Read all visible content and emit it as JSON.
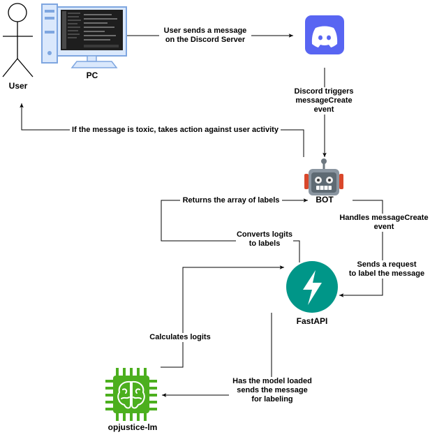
{
  "nodes": {
    "user": "User",
    "pc": "PC",
    "bot": "BOT",
    "fastapi": "FastAPI",
    "model": "opjustice-lm"
  },
  "icons": {
    "user": "stick-figure-icon",
    "pc": "desktop-computer-icon",
    "discord": "discord-logo-icon",
    "bot": "robot-icon",
    "fastapi": "fastapi-lightning-icon",
    "model": "brain-chip-icon"
  },
  "edges": {
    "pc_to_discord": [
      "User sends a message",
      "on the Discord Server"
    ],
    "discord_to_bot": [
      "Discord triggers",
      "messageCreate",
      "event"
    ],
    "bot_to_user": [
      "If the message is toxic, takes action against user activity"
    ],
    "bot_to_fastapi": [
      "Handles messageCreate",
      "event"
    ],
    "send_request": [
      "Sends a request",
      "to label the message"
    ],
    "fastapi_to_bot": [
      "Returns the array of labels"
    ],
    "converts": [
      "Converts logits",
      "to labels"
    ],
    "model_to_fastapi": [
      "Calculates logits"
    ],
    "fastapi_to_model": [
      "Has the model loaded",
      "sends the message",
      "for labeling"
    ]
  },
  "colors": {
    "discord": "#5865F2",
    "fastapi": "#009688",
    "chip": "#4CAF1E",
    "pc_frame": "#7EA6E0",
    "pc_fill": "#DAE8FC",
    "screen": "#1E1E1E",
    "bot_body": "#8A95A0",
    "bot_face": "#5E6A73"
  }
}
